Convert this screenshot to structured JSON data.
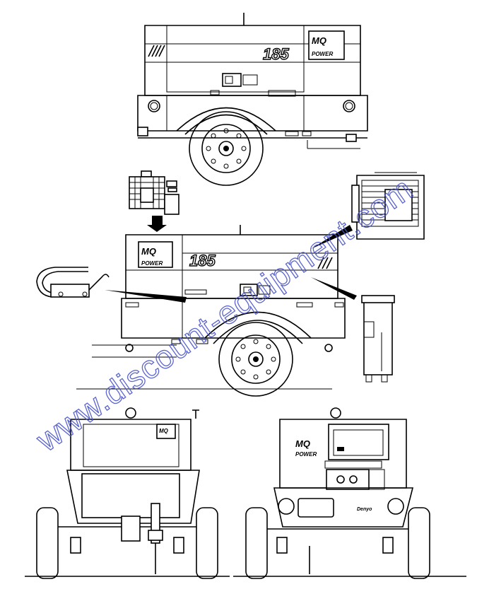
{
  "diagram": {
    "model_number": "185",
    "brand_logo_text": "MQ",
    "brand_word": "POWER",
    "control_panel_maker": "Denyo",
    "watermark": "www.discount-equipment.com"
  },
  "colors": {
    "line": "#000000",
    "background": "#ffffff",
    "watermark": "#4a55c8"
  }
}
